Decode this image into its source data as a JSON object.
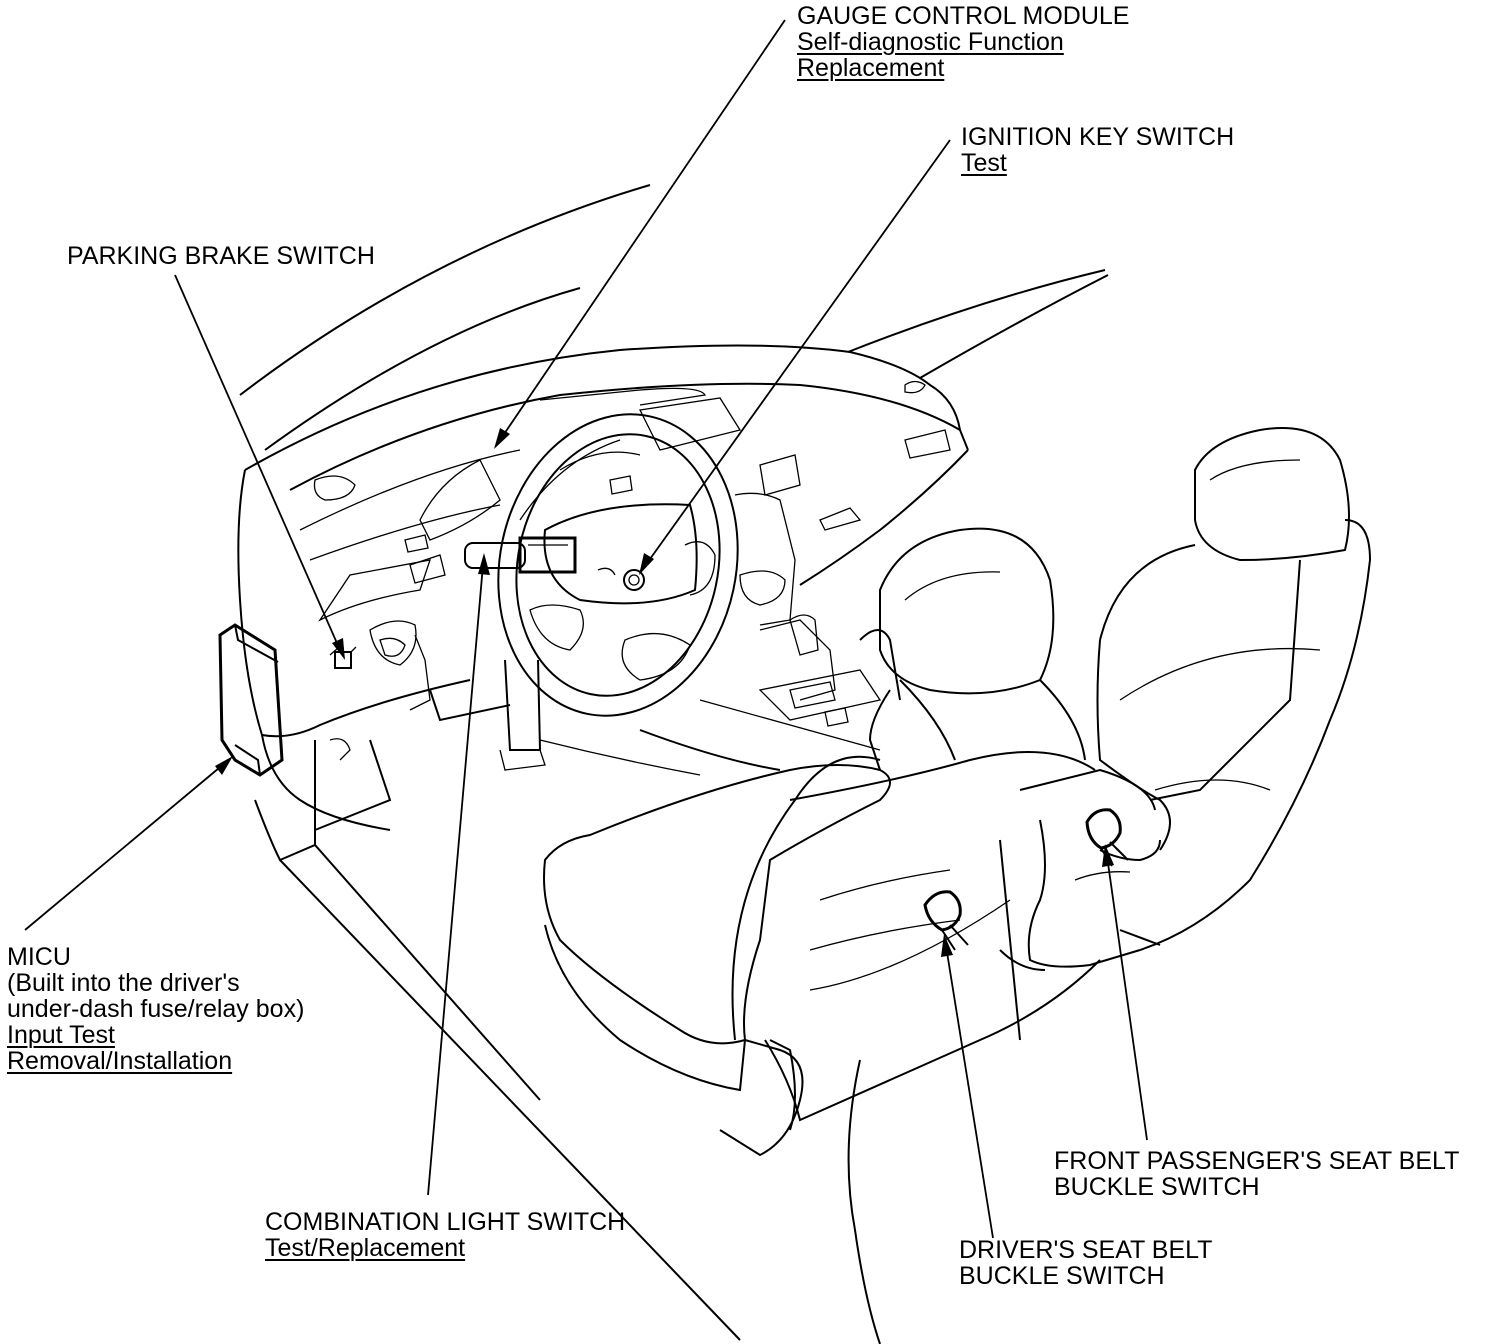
{
  "labels": {
    "gauge_control_module": {
      "title": "GAUGE CONTROL MODULE",
      "links": [
        "Self-diagnostic Function",
        "Replacement"
      ]
    },
    "ignition_key_switch": {
      "title": "IGNITION KEY SWITCH",
      "links": [
        "Test"
      ]
    },
    "parking_brake_switch": {
      "title": "PARKING BRAKE SWITCH"
    },
    "micu": {
      "title": "MICU",
      "desc_line1": "(Built into the driver's",
      "desc_line2": "under-dash fuse/relay box)",
      "links": [
        "Input Test",
        "Removal/Installation"
      ]
    },
    "combination_light_switch": {
      "title": "COMBINATION LIGHT SWITCH",
      "links": [
        "Test/Replacement"
      ]
    },
    "drivers_seat_belt_buckle_switch": {
      "title_line1": "DRIVER'S SEAT BELT",
      "title_line2": "BUCKLE SWITCH"
    },
    "front_passengers_seat_belt_buckle_switch": {
      "title_line1": "FRONT PASSENGER'S SEAT BELT",
      "title_line2": "BUCKLE SWITCH"
    }
  }
}
